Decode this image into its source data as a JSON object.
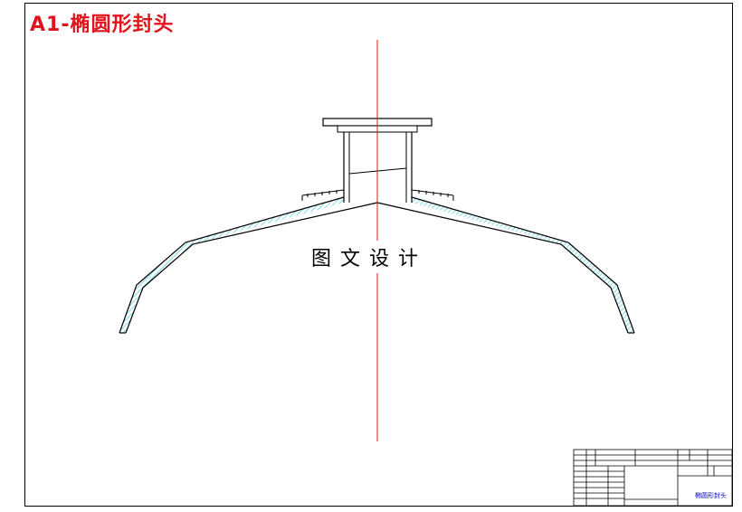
{
  "title": "A1-椭圆形封头",
  "watermark": "图文设计",
  "title_block": {
    "part_name": "椭圆形封头"
  },
  "colors": {
    "title": "#e0141a",
    "centerline": "#e0141a",
    "hatch": "#2ec8d8",
    "outline": "#000000",
    "title_block_text": "#0000cc"
  }
}
